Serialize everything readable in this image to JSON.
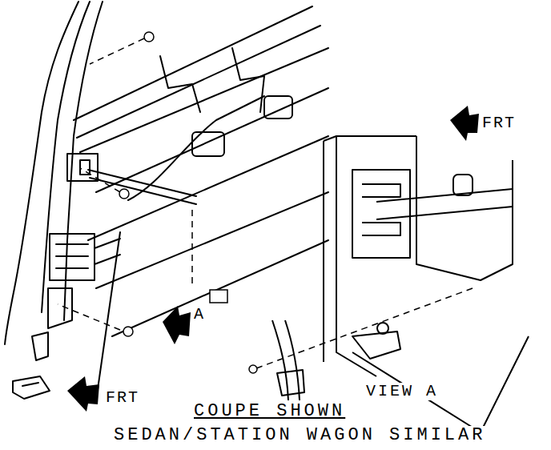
{
  "diagram": {
    "labels": [
      "FRT",
      "A",
      "VIEW A",
      "FRT",
      "COUPE SHOWN",
      "SEDAN/STATION WAGON SIMILAR"
    ]
  }
}
